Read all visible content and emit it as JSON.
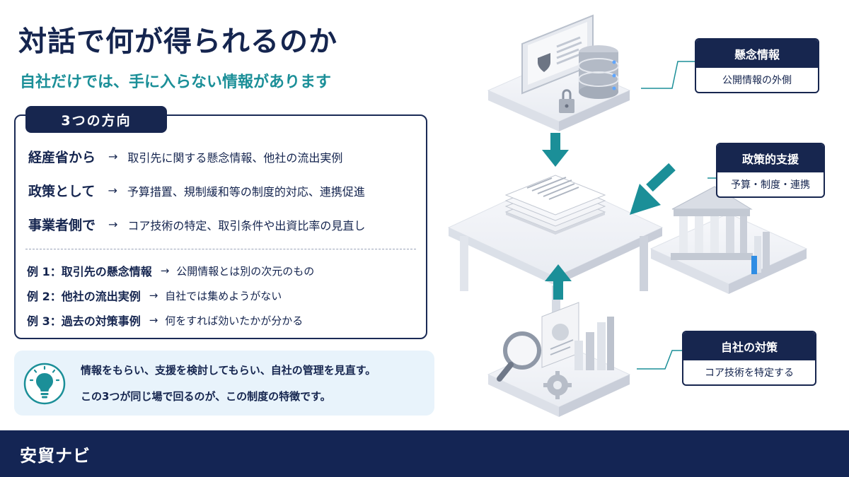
{
  "title": "対話で何が得られるのか",
  "subtitle": "自社だけでは、手に入らない情報があります",
  "directions": {
    "heading": "3つの方向",
    "items": [
      {
        "label": "経産省から",
        "arrow": "→",
        "text": "取引先に関する懸念情報、他社の流出実例"
      },
      {
        "label": "政策として",
        "arrow": "→",
        "text": "予算措置、規制緩和等の制度的対応、連携促進"
      },
      {
        "label": "事業者側で",
        "arrow": "→",
        "text": "コア技術の特定、取引条件や出資比率の見直し"
      }
    ],
    "examples": [
      {
        "label": "例 1：取引先の懸念情報",
        "arrow": "→",
        "text": "公開情報とは別の次元のもの"
      },
      {
        "label": "例 2：他社の流出実例",
        "arrow": "→",
        "text": "自社では集めようがない"
      },
      {
        "label": "例 3：過去の対策事例",
        "arrow": "→",
        "text": "何をすれば効いたかが分かる"
      }
    ]
  },
  "note": {
    "icon": "lightbulb-icon",
    "line1": "情報をもらい、支援を検討してもらい、自社の管理を見直す。",
    "line2": "この3つが同じ場で回るのが、この制度の特徴です。"
  },
  "callouts": {
    "concern": {
      "title": "懸念情報",
      "body": "公開情報の外側"
    },
    "policy": {
      "title": "政策的支援",
      "body": "予算・制度・連携"
    },
    "company": {
      "title": "自社の対策",
      "body": "コア技術を特定する"
    }
  },
  "footer": {
    "brand": "安貿ナビ"
  },
  "colors": {
    "navy": "#17264f",
    "teal": "#1b8f98",
    "note_bg": "#e8f3fb"
  }
}
